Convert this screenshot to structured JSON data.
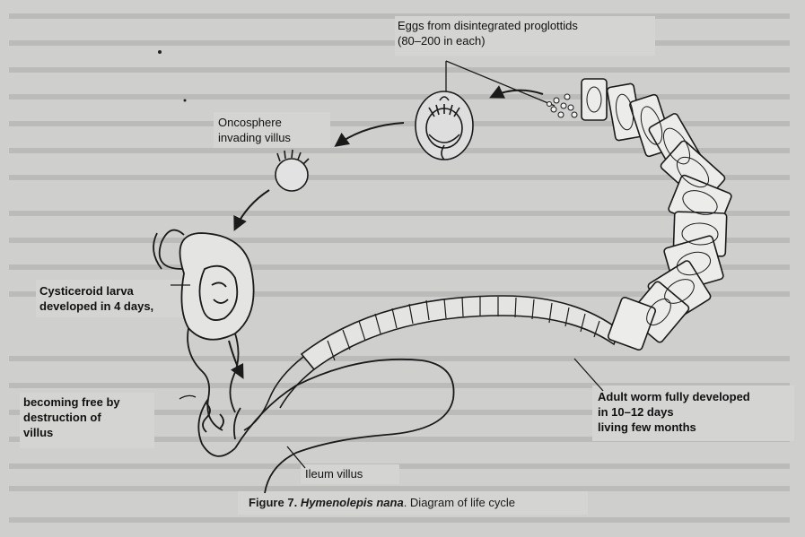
{
  "labels": {
    "eggs": "Eggs from disintegrated proglottids\n(80–200 in each)",
    "oncosphere": "Oncosphere\ninvading villus",
    "cysticeroid": "Cysticeroid larva\ndeveloped in 4 days,",
    "free": "becoming free by\ndestruction of\nvillus",
    "adult": "Adult worm fully developed\nin 10–12 days\nliving few months",
    "ileum": "Ileum villus"
  },
  "caption": {
    "prefix": "Figure 7.",
    "species": "Hymenolepis nana",
    "suffix": ". Diagram of life cycle"
  }
}
